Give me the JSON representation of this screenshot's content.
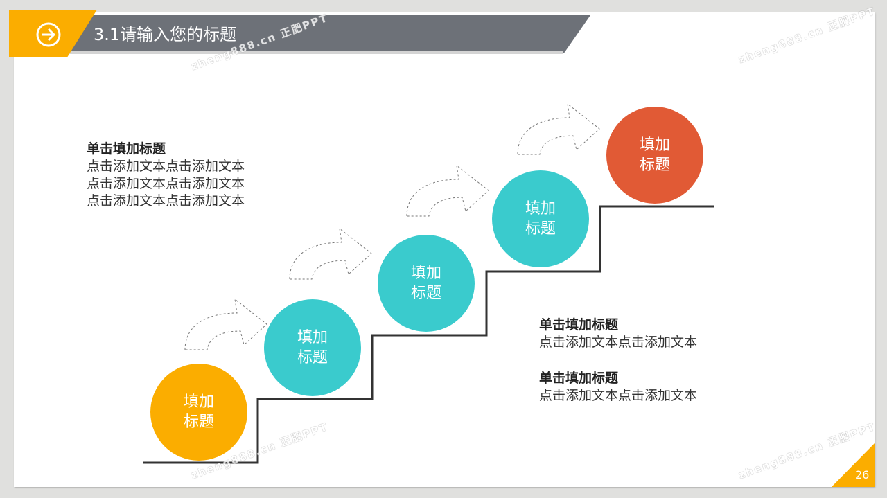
{
  "header": {
    "title": "3.1请输入您的标题",
    "icon": "arrow-right-circle-icon"
  },
  "steps": [
    {
      "label": "填加\n标题",
      "color": "#fbad00"
    },
    {
      "label": "填加\n标题",
      "color": "#3acbcd"
    },
    {
      "label": "填加\n标题",
      "color": "#3acbcd"
    },
    {
      "label": "填加\n标题",
      "color": "#3acbcd"
    },
    {
      "label": "填加\n标题",
      "color": "#e15a35"
    }
  ],
  "text_blocks": [
    {
      "title": "单击填加标题",
      "lines": [
        "点击添加文本点击添加文本",
        "点击添加文本点击添加文本",
        "点击添加文本点击添加文本"
      ]
    },
    {
      "title": "单击填加标题",
      "lines": [
        "点击添加文本点击添加文本"
      ]
    },
    {
      "title": "单击填加标题",
      "lines": [
        "点击添加文本点击添加文本"
      ]
    }
  ],
  "page_number": "26",
  "watermark": "zheng888.cn 正肥PPT"
}
